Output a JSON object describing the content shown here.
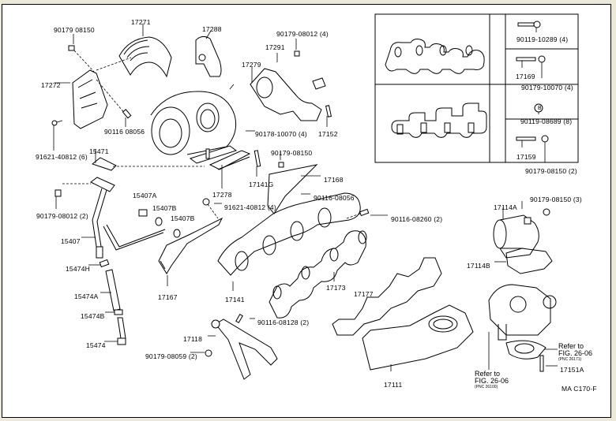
{
  "diagram": {
    "type": "exploded-parts-diagram",
    "code": "MA C170-F",
    "labels": {
      "p90179_08150_top": "90179 08150",
      "p17271": "17271",
      "p17288": "17288",
      "p90179_08012_4": "90179-08012 (4)",
      "p17291": "17291",
      "p17279": "17279",
      "p17272": "17272",
      "p90116_08056_left": "90116 08056",
      "p90178_10070_4": "90178-10070 (4)",
      "p17152": "17152",
      "p91621_40812_6": "91621-40812 (6)",
      "p15471": "15471",
      "p90179_08150_mid": "90179-08150",
      "p17278": "17278",
      "p17141G": "17141G",
      "p17168": "17168",
      "p90116_08056_right": "90116-08056",
      "p15407A": "15407A",
      "p15407B_1": "15407B",
      "p15407B_2": "15407B",
      "p91621_40812_4": "91621-40812 (4)",
      "p90179_08012_2": "90179-08012 (2)",
      "p15407": "15407",
      "p90116_08260_2": "90116-08260 (2)",
      "p15474H": "15474H",
      "p17167": "17167",
      "p17141": "17141",
      "p17173": "17173",
      "p15474A": "15474A",
      "p15474B": "15474B",
      "p17177": "17177",
      "p90116_08128_2": "90116-08128 (2)",
      "p17118": "17118",
      "p15474": "15474",
      "p90179_08059_2": "90179-08059 (2)",
      "p17111": "17111",
      "p90179_08150_3": "90179-08150 (3)",
      "p17114A": "17114A",
      "p17114B": "17114B",
      "p17151A": "17151A"
    },
    "inset": {
      "p90119_10289_4": "90119-10289 (4)",
      "p17169": "17169",
      "p90179_10070_4": "90179-10070 (4)",
      "marker_B": "B",
      "p90119_08689_8": "90119-08689 (8)",
      "p17159": "17159",
      "p90179_08150_2": "90179-08150 (2)"
    },
    "references": [
      {
        "line1": "Refer to",
        "line2": "FIG. 26-06",
        "pnc": "(PNC 26171)"
      },
      {
        "line1": "Refer to",
        "line2": "FIG. 26-06",
        "pnc": "(PNC 26100)"
      }
    ]
  }
}
